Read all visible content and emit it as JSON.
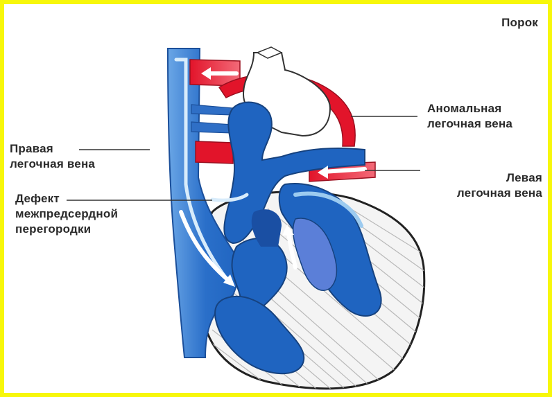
{
  "title": "Порок",
  "labels": {
    "anomalous_vein": [
      "Аномальная",
      "легочная вена"
    ],
    "right_vein": [
      "Правая",
      "легочная вена"
    ],
    "left_vein": [
      "Левая",
      "легочная вена"
    ],
    "septal_defect": [
      "Дефект",
      "межпредсердной",
      "перегородки"
    ]
  },
  "colors": {
    "venous_blue": "#1f64c0",
    "dark_blue": "#1a4fa3",
    "light_blue": "#9ccbf0",
    "oxygenated_red": "#e2142a",
    "muscle_lines": "#b8b8b8",
    "frame_yellow": "#f7f70a"
  },
  "icons": [
    "flow-arrow-icon"
  ]
}
